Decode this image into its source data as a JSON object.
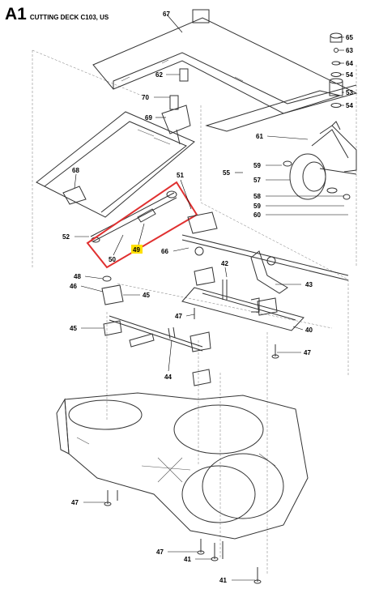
{
  "header": {
    "section": "A1",
    "title": "CUTTING DECK C103, US"
  },
  "highlight": {
    "color": "#e03030",
    "marker": "#ffe000"
  },
  "callouts": {
    "c67": "67",
    "c65": "65",
    "c63": "63",
    "c64": "64",
    "c54a": "54",
    "c53": "53",
    "c54b": "54",
    "c62": "62",
    "c70": "70",
    "c69": "69",
    "c61": "61",
    "c59a": "59",
    "c55": "55",
    "c57": "57",
    "c58": "58",
    "c59b": "59",
    "c60": "60",
    "c68": "68",
    "c51": "51",
    "c52": "52",
    "c50": "50",
    "c49": "49",
    "c66": "66",
    "c42": "42",
    "c43": "43",
    "c48": "48",
    "c46": "46",
    "c45a": "45",
    "c47a": "47",
    "c45b": "45",
    "c40": "40",
    "c47b": "47",
    "c44": "44",
    "c47c": "47",
    "c47d": "47",
    "c41a": "41",
    "c41b": "41"
  }
}
